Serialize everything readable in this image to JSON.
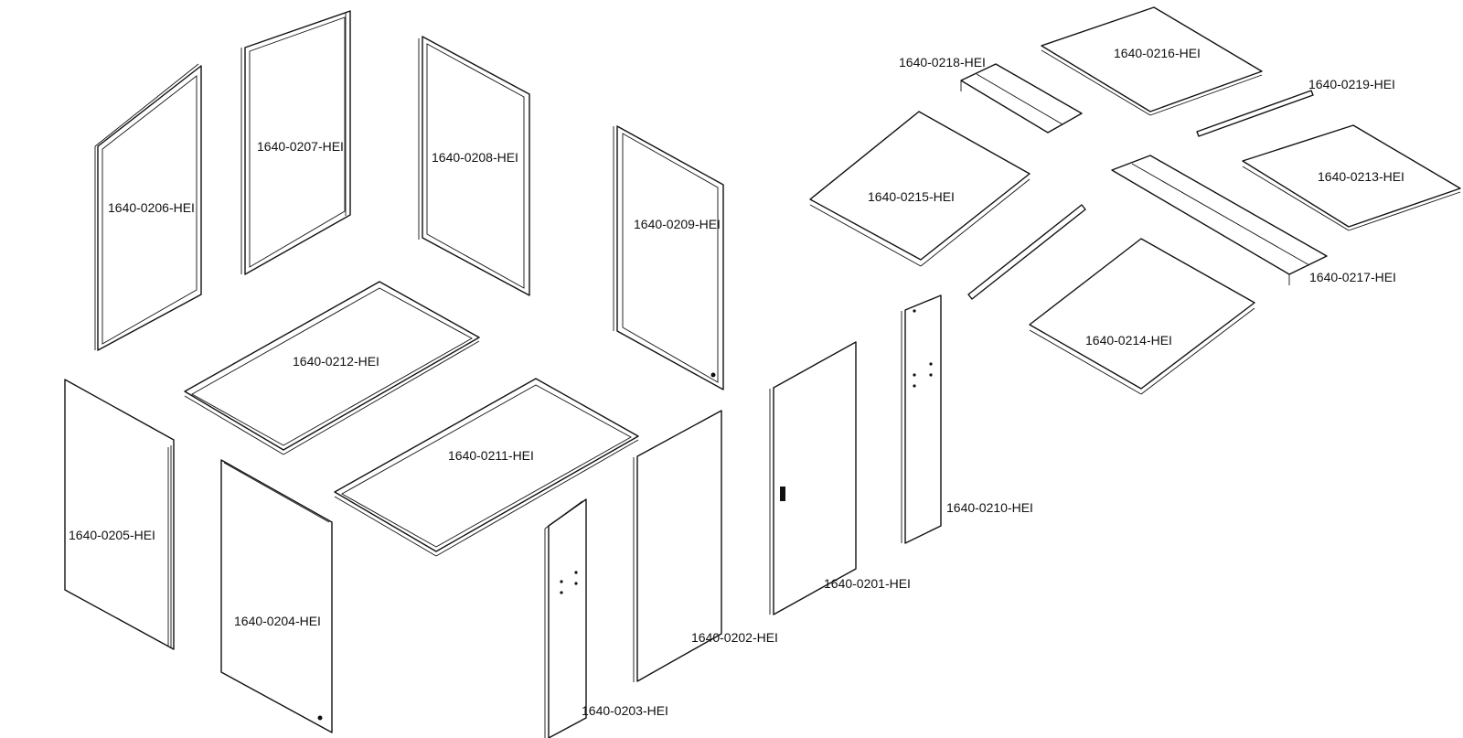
{
  "parts": [
    {
      "id": "p0206",
      "label": "1640-0206-HEI"
    },
    {
      "id": "p0207",
      "label": "1640-0207-HEI"
    },
    {
      "id": "p0208",
      "label": "1640-0208-HEI"
    },
    {
      "id": "p0209",
      "label": "1640-0209-HEI"
    },
    {
      "id": "p0212",
      "label": "1640-0212-HEI"
    },
    {
      "id": "p0211",
      "label": "1640-0211-HEI"
    },
    {
      "id": "p0205",
      "label": "1640-0205-HEI"
    },
    {
      "id": "p0204",
      "label": "1640-0204-HEI"
    },
    {
      "id": "p0203",
      "label": "1640-0203-HEI"
    },
    {
      "id": "p0202",
      "label": "1640-0202-HEI"
    },
    {
      "id": "p0201",
      "label": "1640-0201-HEI"
    },
    {
      "id": "p0210",
      "label": "1640-0210-HEI"
    },
    {
      "id": "p0218",
      "label": "1640-0218-HEI"
    },
    {
      "id": "p0216",
      "label": "1640-0216-HEI"
    },
    {
      "id": "p0219",
      "label": "1640-0219-HEI"
    },
    {
      "id": "p0215",
      "label": "1640-0215-HEI"
    },
    {
      "id": "p0213",
      "label": "1640-0213-HEI"
    },
    {
      "id": "p0217",
      "label": "1640-0217-HEI"
    },
    {
      "id": "p0214",
      "label": "1640-0214-HEI"
    }
  ]
}
